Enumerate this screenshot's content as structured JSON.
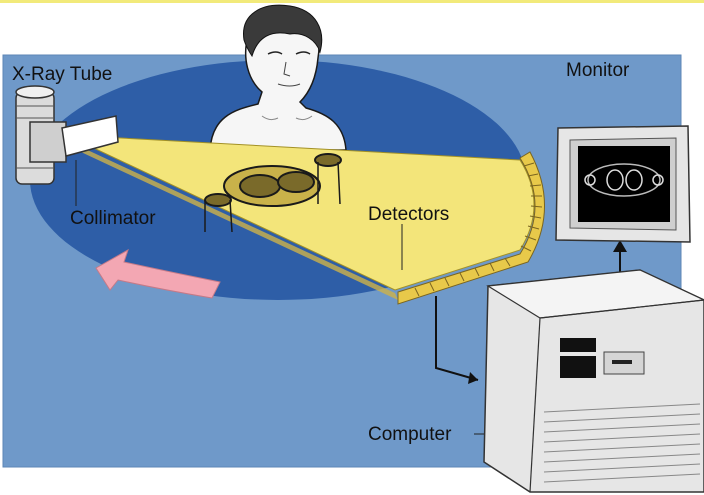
{
  "labels": {
    "xray_tube": "X-Ray Tube",
    "collimator": "Collimator",
    "detectors": "Detectors",
    "monitor": "Monitor",
    "computer": "Computer"
  },
  "colors": {
    "top_border": "#f2ea7a",
    "panel": "#6f99c9",
    "ellipse": "#2e5ea7",
    "fan_beam": "#f3e57a",
    "detector_arc": "#e8c94a",
    "arrow_rotation": "#f3a7b3",
    "computer_body": "#e6e6e6",
    "monitor_screen": "#000000"
  }
}
